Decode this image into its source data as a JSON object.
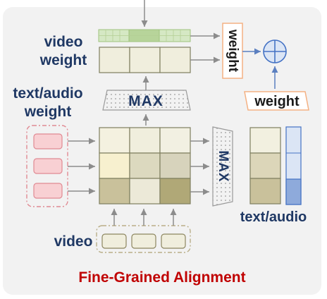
{
  "labels": {
    "video_weight_line1": "video",
    "video_weight_line2": "weight",
    "text_audio_weight_line1": "text/audio",
    "text_audio_weight_line2": "weight",
    "max_top": "MAX",
    "max_right": "MAX",
    "weight_rotated": "weight",
    "weight_box": "weight",
    "plus": "⊕",
    "text_audio": "text/audio",
    "video": "video",
    "title": "Fine-Grained Alignment"
  },
  "colors": {
    "panel_bg": "#f2f2f2",
    "label_navy": "#1f3864",
    "title_red": "#c00000",
    "cell_border": "#7f7f5f",
    "pink_fill": "#f8d0d3",
    "pink_border": "#e08a93",
    "green_fill": "#d5e8c4",
    "green_dark": "#b7d49a",
    "blue_light": "#dbe5f5",
    "blue_dark": "#8eaadb",
    "blue_border": "#4472c4",
    "orange_border": "#f4b183"
  },
  "matrix_tints": [
    [
      "#f4f1e0",
      "#f0eedd",
      "#f2f0e2"
    ],
    [
      "#f7f0cf",
      "#dcd9bf",
      "#d7d3bc"
    ],
    [
      "#c9c19b",
      "#ece9d8",
      "#b0a877"
    ]
  ],
  "video_weight_tints": [
    "#f0eedd",
    "#f0eedd",
    "#f0eedd"
  ],
  "text_weight_tints": [
    "#f2f0e0",
    "#dcd6b9",
    "#c9c19b"
  ]
}
